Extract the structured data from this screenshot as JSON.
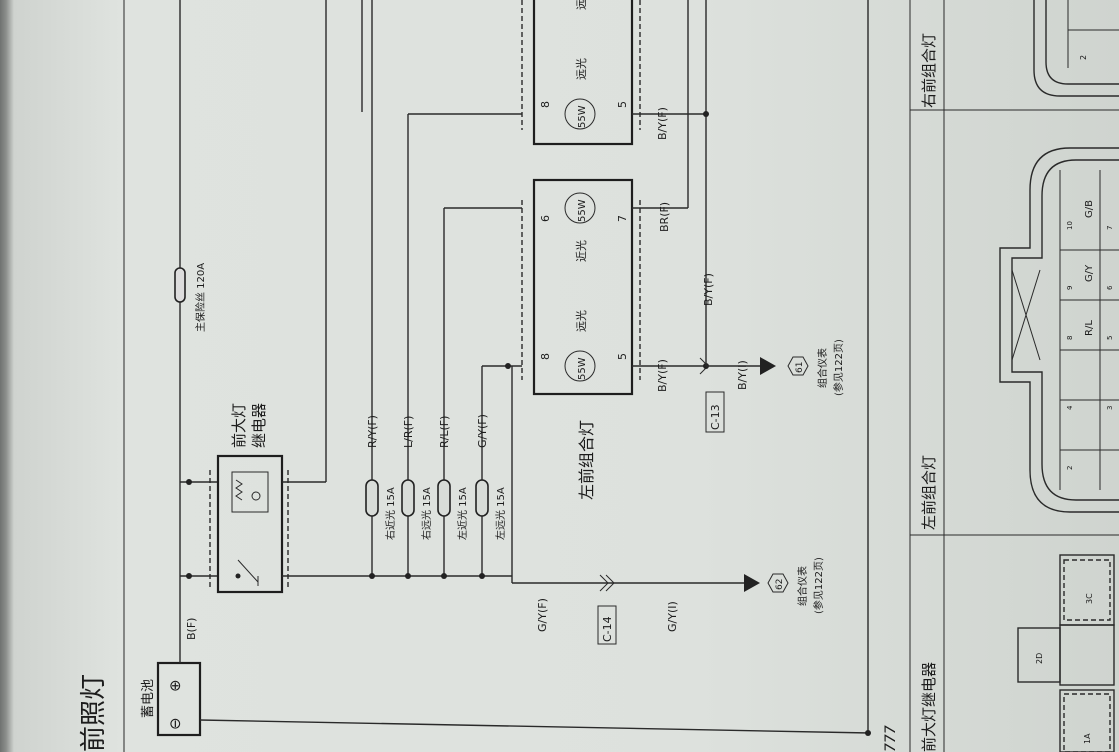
{
  "title": "前照灯",
  "battery": {
    "label": "蓄电池",
    "plus": "⊕",
    "minus": "⊖"
  },
  "main_fuse": {
    "label": "主保险丝 120A"
  },
  "relay": {
    "label_line1": "前大灯",
    "label_line2": "继电器"
  },
  "fuses": [
    {
      "label": "右近光 15A",
      "wire": "R/Y(F)"
    },
    {
      "label": "右远光 15A",
      "wire": "L/R(F)"
    },
    {
      "label": "左近光 15A",
      "wire": "R/L(F)"
    },
    {
      "label": "左远光 15A",
      "wire": "G/Y(F)"
    }
  ],
  "wires": {
    "battery_out": "B(F)",
    "gy_f": "G/Y(F)",
    "gy_i": "G/Y(I)",
    "left_by_f": "B/Y(F)",
    "left_by_i": "B/Y(I)",
    "by_f_mid": "B/Y(F)",
    "br_f": "BR(F)",
    "right_by_f": "B/Y(F)"
  },
  "connectors": {
    "c14": "C-14",
    "c13": "C-13"
  },
  "left_lamp": {
    "label": "左前组合灯",
    "bulb_low": "55W",
    "bulb_high": "55W",
    "low_text": "近光",
    "high_text": "远光",
    "pin8": "8",
    "pin5": "5",
    "pin6": "6",
    "pin7": "7"
  },
  "right_lamp": {
    "bulb": "55W",
    "high_text": "远光",
    "pin8": "8",
    "pin5": "5",
    "cut_text": "远"
  },
  "ground_62": {
    "num": "62",
    "line1": "组合仪表",
    "line2": "(参见122页)"
  },
  "ground_61": {
    "num": "61",
    "line1": "组合仪表",
    "line2": "(参见122页)"
  },
  "side_panels": {
    "top": "右前组合灯",
    "mid": "左前组合灯",
    "bottom": "前大灯继电器"
  },
  "connector_pins": [
    "G/B",
    "G/Y",
    "R/L",
    "10",
    "9",
    "8",
    "7",
    "6",
    "5",
    "4",
    "3",
    "2"
  ],
  "relay_conn": {
    "a": "3C",
    "b": "2D",
    "c": "1A"
  },
  "footer_mark": "777"
}
